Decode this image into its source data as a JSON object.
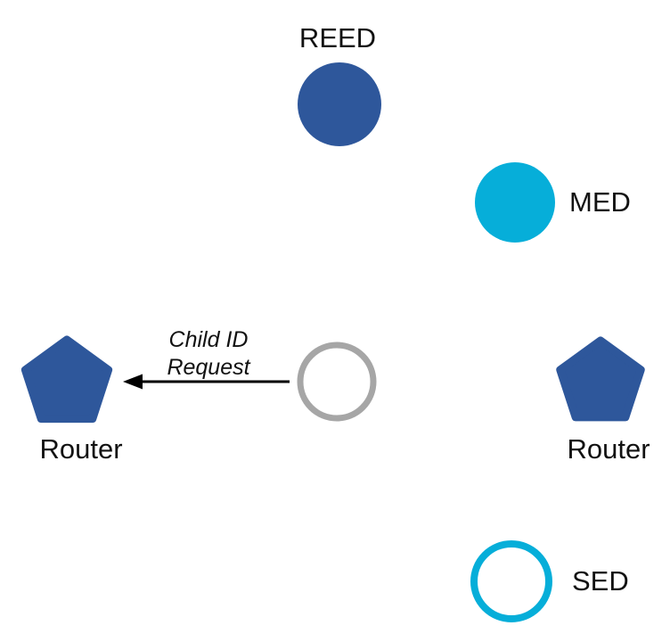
{
  "diagram": {
    "nodes": {
      "reed": {
        "label": "REED",
        "shape": "filled-circle"
      },
      "med": {
        "label": "MED",
        "shape": "filled-circle"
      },
      "router_left": {
        "label": "Router",
        "shape": "pentagon"
      },
      "router_right": {
        "label": "Router",
        "shape": "pentagon"
      },
      "sed": {
        "label": "SED",
        "shape": "outline-circle"
      },
      "joiner": {
        "shape": "outline-circle-gray"
      }
    },
    "arrow": {
      "label_line1": "Child ID",
      "label_line2": "Request",
      "direction": "left"
    },
    "colors": {
      "router_blue": "#2E579B",
      "device_cyan": "#06AED9",
      "joiner_gray": "#A6A6A6",
      "arrow_black": "#000000"
    }
  }
}
